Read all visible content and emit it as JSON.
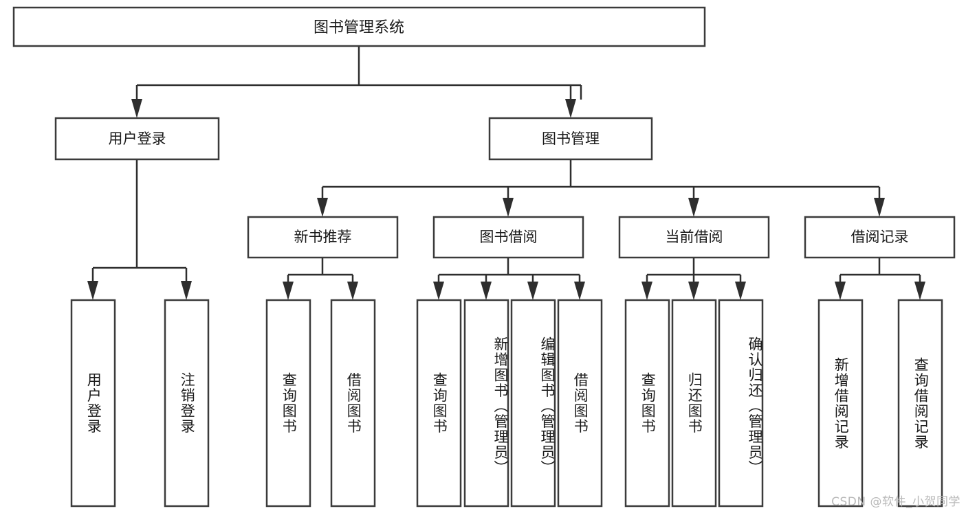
{
  "diagram": {
    "type": "tree-hierarchy",
    "title": "图书管理系统",
    "watermark": "CSDN @软件_小贺同学",
    "colors": {
      "box_fill": "#ffffff",
      "box_stroke": "#3b3b3b",
      "connector": "#2e2e2e",
      "text": "#1a1a1a",
      "watermark": "#b9b9b9",
      "background": "#ffffff"
    },
    "root": {
      "label": "图书管理系统"
    },
    "level1": [
      {
        "label": "用户登录"
      },
      {
        "label": "图书管理"
      }
    ],
    "level2": [
      {
        "label": "新书推荐"
      },
      {
        "label": "图书借阅"
      },
      {
        "label": "当前借阅"
      },
      {
        "label": "借阅记录"
      }
    ],
    "leaves": {
      "user_login": [
        {
          "label": "用户登录"
        },
        {
          "label": "注销登录"
        }
      ],
      "new_book_recommend": [
        {
          "label": "查询图书"
        },
        {
          "label": "借阅图书"
        }
      ],
      "book_borrow": [
        {
          "label": "查询图书"
        },
        {
          "label": "新增图书（管理员）"
        },
        {
          "label": "编辑图书（管理员）"
        },
        {
          "label": "借阅图书"
        }
      ],
      "current_borrow": [
        {
          "label": "查询图书"
        },
        {
          "label": "归还图书"
        },
        {
          "label": "确认归还（管理员）"
        }
      ],
      "borrow_record": [
        {
          "label": "新增借阅记录"
        },
        {
          "label": "查询借阅记录"
        }
      ]
    }
  }
}
